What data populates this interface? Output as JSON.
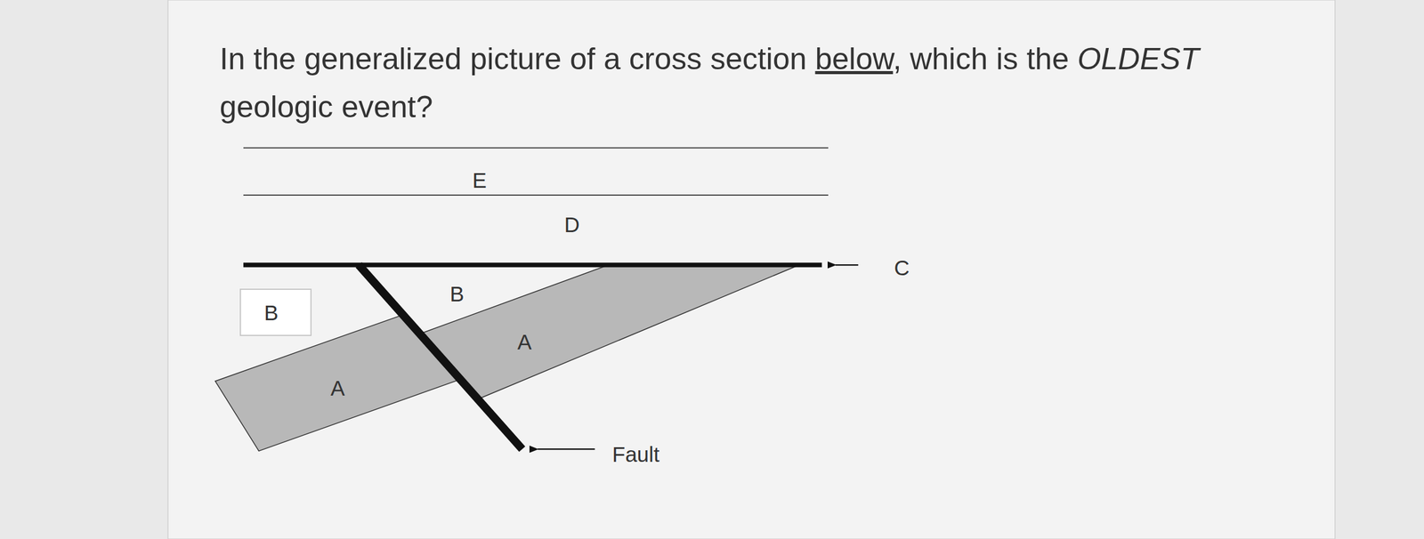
{
  "diagram": {
    "title": "In the generalized picture of a cross section below, which is the OLDEST geologic event?",
    "nodes": [
      {
        "text": [
          "B"
        ]
      }
    ],
    "labels": [
      "E",
      "D",
      "C",
      "B",
      "A",
      "A",
      "Fault"
    ]
  }
}
